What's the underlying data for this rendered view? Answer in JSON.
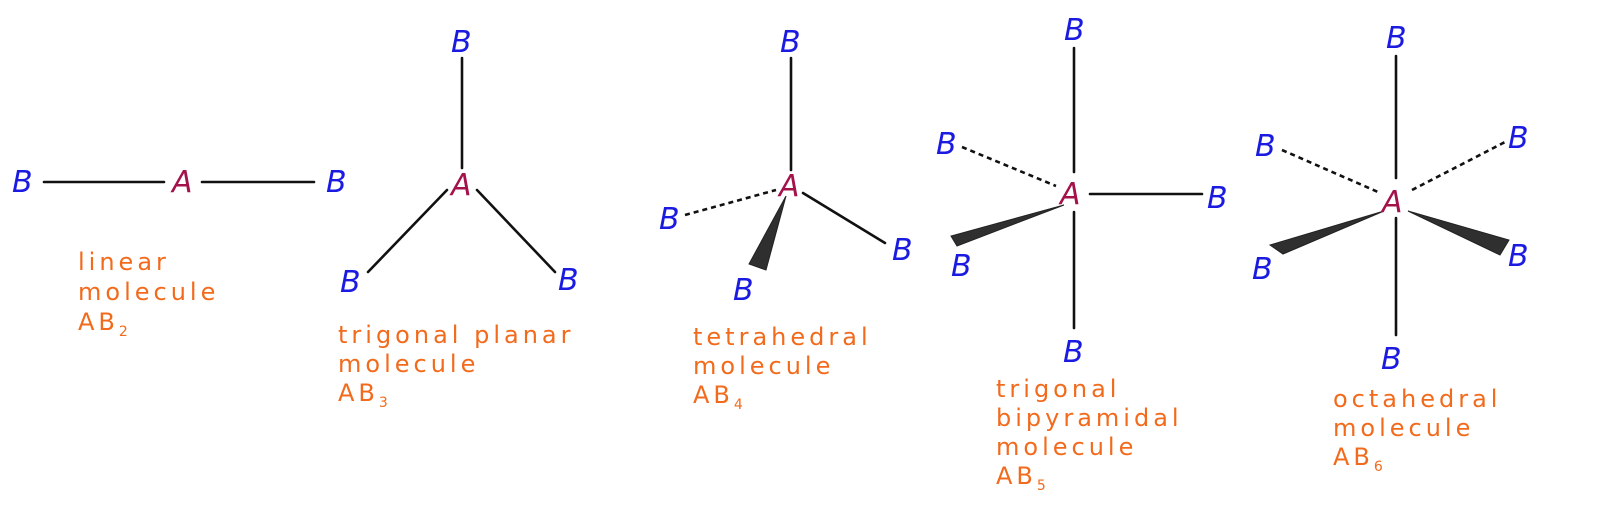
{
  "colors": {
    "central_atom": "#a3124a",
    "ligand_atom": "#1a1ae0",
    "caption": "#f26b1d",
    "bond": "#111111"
  },
  "atoms": {
    "central": "A",
    "ligand": "B"
  },
  "molecules": [
    {
      "name_lines": [
        "linear",
        "molecule"
      ],
      "formula": {
        "main": "AB",
        "sub": "2"
      }
    },
    {
      "name_lines": [
        "trigonal planar",
        "molecule"
      ],
      "formula": {
        "main": "AB",
        "sub": "3"
      }
    },
    {
      "name_lines": [
        "tetrahedral",
        "molecule"
      ],
      "formula": {
        "main": "AB",
        "sub": "4"
      }
    },
    {
      "name_lines": [
        "trigonal",
        "bipyramidal",
        "molecule"
      ],
      "formula": {
        "main": "AB",
        "sub": "5"
      }
    },
    {
      "name_lines": [
        "octahedral",
        "molecule"
      ],
      "formula": {
        "main": "AB",
        "sub": "6"
      }
    }
  ]
}
